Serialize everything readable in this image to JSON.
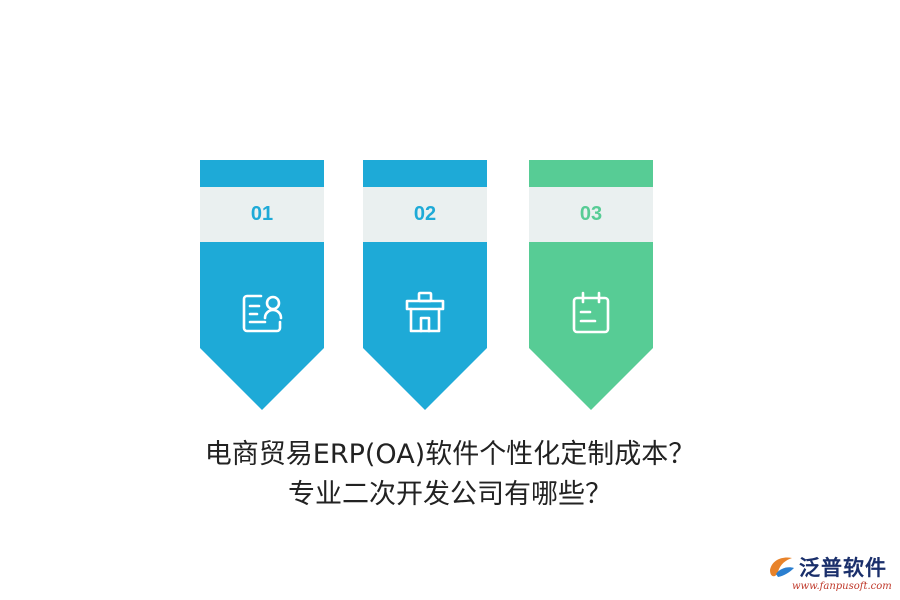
{
  "cards": [
    {
      "number": "01",
      "color": "#1eaad7",
      "icon": "contact-card-icon"
    },
    {
      "number": "02",
      "color": "#1eaad7",
      "icon": "shop-basket-icon"
    },
    {
      "number": "03",
      "color": "#57cc95",
      "icon": "calendar-note-icon"
    }
  ],
  "band_color": "#eaf0f0",
  "headline": {
    "line1": "电商贸易ERP(OA)软件个性化定制成本？",
    "line2": "专业二次开发公司有哪些？"
  },
  "logo": {
    "name": "泛普软件",
    "url": "www.fanpusoft.com"
  }
}
